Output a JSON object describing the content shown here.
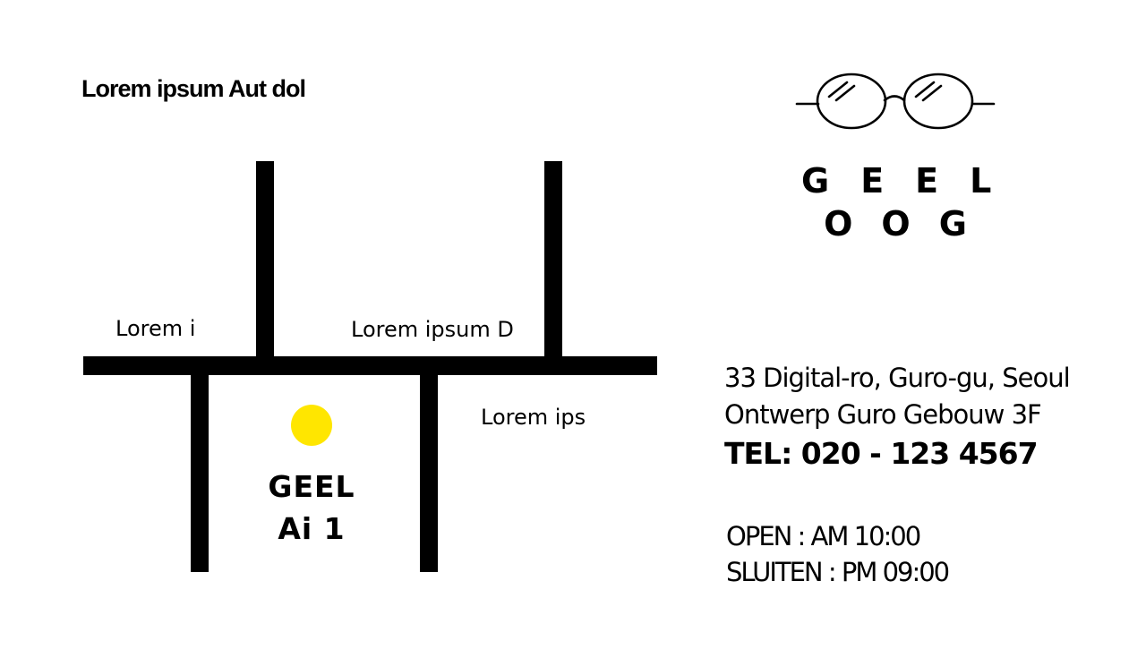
{
  "map": {
    "title": "Lorem ipsum Aut dol",
    "streets": {
      "left": "Lorem i",
      "middle": "Lorem ipsum D",
      "right": "Lorem ips"
    },
    "store": {
      "line1": "GEEL",
      "line2": "Ai 1"
    },
    "pin_color": "#FFE600"
  },
  "brand": {
    "logo_icon": "glasses-icon",
    "line1": "GEEL",
    "line2": "OOG"
  },
  "contact": {
    "address1": "33 Digital-ro, Guro-gu, Seoul",
    "address2": "Ontwerp Guro Gebouw 3F",
    "tel": "TEL: 020 - 123 4567",
    "open": "OPEN : AM 10:00",
    "close": "SLUITEN : PM 09:00"
  }
}
